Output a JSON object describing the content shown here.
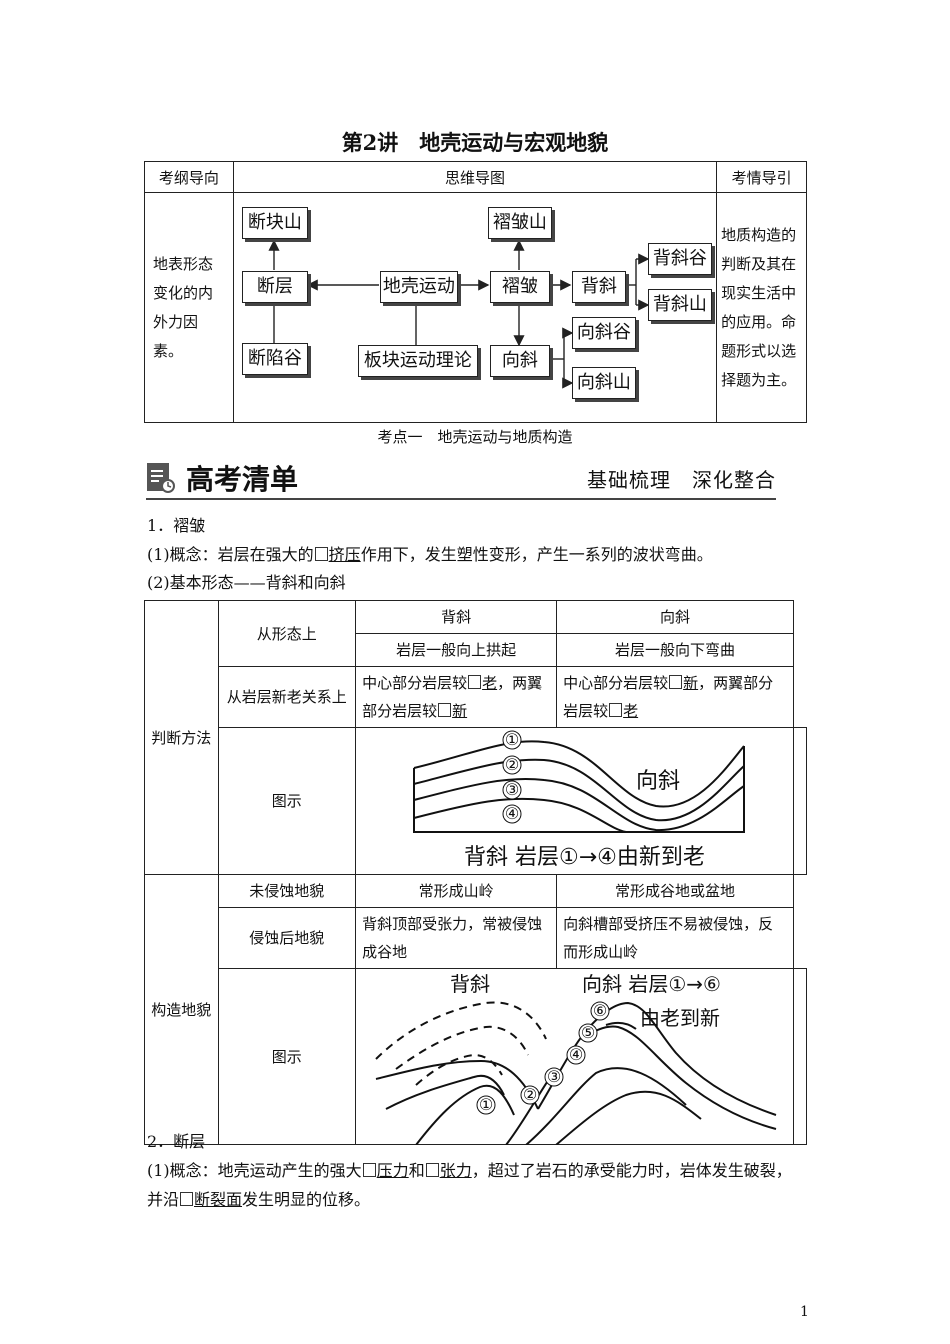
{
  "title": "第2讲　地壳运动与宏观地貌",
  "t1": {
    "head": [
      "考纲导向",
      "思维导图",
      "考情导引"
    ],
    "left": "地表形态变化的内外力因素。",
    "right": "地质构造的判断及其在现实生活中的应用。命题形式以选择题为主。",
    "nodes": {
      "dkys": "断块山",
      "dc": "断层",
      "dxg": "断陷谷",
      "dkyd": "地壳运动",
      "bkll": "板块运动理论",
      "zzs": "褶皱山",
      "zz": "褶皱",
      "bx": "背斜",
      "xx": "向斜",
      "bxg": "背斜谷",
      "bxs": "背斜山",
      "xxg": "向斜谷",
      "xxs": "向斜山"
    }
  },
  "section": "考点一　地壳运动与地质构造",
  "banner": {
    "title": "高考清单",
    "right": "基础梳理　深化整合"
  },
  "s1": {
    "heading": "1．褶皱",
    "concept_pre": "(1)概念：岩层在强大的",
    "concept_key": "挤压",
    "concept_post": "作用下，发生塑性变形，产生一系列的波状弯曲。",
    "basic": "(2)基本形态——背斜和向斜"
  },
  "t2": {
    "judge": "判断方法",
    "struct": "构造地貌",
    "form": "从形态上",
    "bx": "背斜",
    "xx": "向斜",
    "bx_form": "岩层一般向上拱起",
    "xx_form": "岩层一般向下弯曲",
    "age": "从岩层新老关系上",
    "bx_age_pre": "中心部分岩层较",
    "bx_age_key1": "老",
    "bx_age_mid": "，两翼部分岩层较",
    "bx_age_key2": "新",
    "xx_age_pre": "中心部分岩层较",
    "xx_age_key1": "新",
    "xx_age_mid": "，两翼部分岩层较",
    "xx_age_key2": "老",
    "fig": "图示",
    "fig1": {
      "n1": "①",
      "n2": "②",
      "n3": "③",
      "n4": "④",
      "label": "向斜",
      "caption": "背斜 岩层①→④由新到老"
    },
    "uneroded": "未侵蚀地貌",
    "bx_un": "常形成山岭",
    "xx_un": "常形成谷地或盆地",
    "eroded": "侵蚀后地貌",
    "bx_er": "背斜顶部受张力，常被侵蚀成谷地",
    "xx_er": "向斜槽部受挤压不易被侵蚀，反而形成山岭",
    "fig2": {
      "bx": "背斜",
      "xx": "向斜 岩层①→⑥",
      "xx2": "由老到新",
      "n1": "①",
      "n2": "②",
      "n3": "③",
      "n4": "④",
      "n5": "⑤",
      "n6": "⑥"
    }
  },
  "s2": {
    "heading": "2．断层",
    "l1_pre": "(1)概念：地壳运动产生的强大",
    "l1_k1": "压力",
    "l1_and": "和",
    "l1_k2": "张力",
    "l1_post": "，超过了岩石的承受能力时，岩体发生破裂，",
    "l2_pre": "并沿",
    "l2_k": "断裂面",
    "l2_post": "发生明显的位移。"
  },
  "page_no": "1"
}
